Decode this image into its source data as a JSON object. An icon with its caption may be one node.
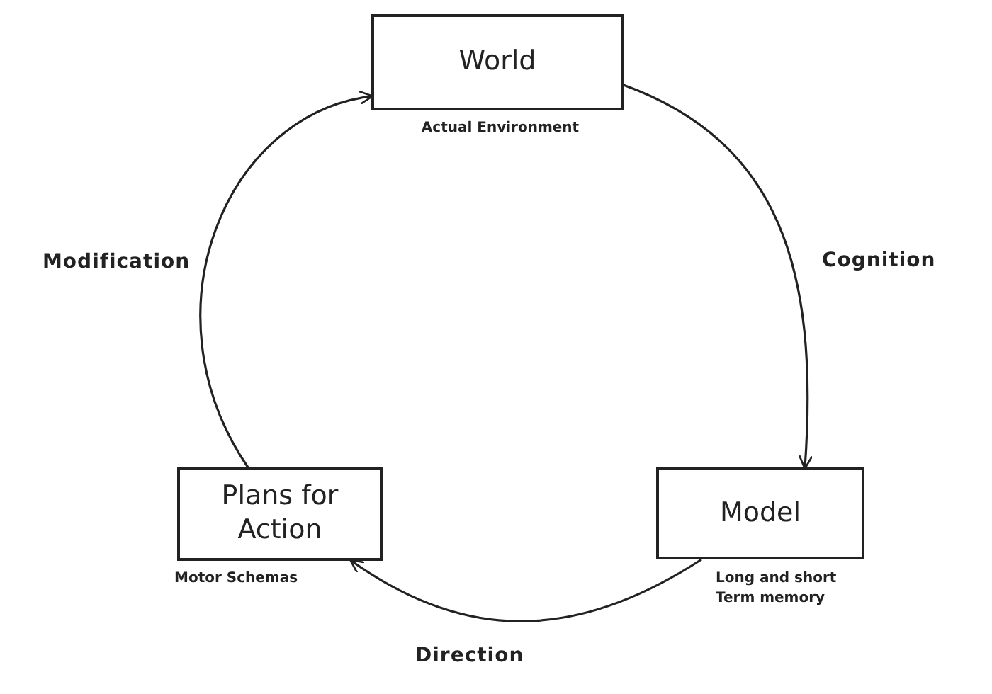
{
  "diagram": {
    "nodes": [
      {
        "text": [
          "World"
        ],
        "beside": [
          "Actual Environment"
        ]
      },
      {
        "text": [
          "Model"
        ],
        "beside": [
          "Long and short Term memory"
        ]
      },
      {
        "text": [
          "Plans for Action"
        ],
        "beside": [
          "Motor Schemas"
        ]
      }
    ],
    "edges": [
      {
        "from": 0,
        "to": 1,
        "arrow": "to",
        "label": "Cognition"
      },
      {
        "from": 1,
        "to": 2,
        "arrow": "to",
        "label": "Direction"
      },
      {
        "from": 2,
        "to": 0,
        "arrow": "to",
        "label": "Modification"
      }
    ]
  }
}
